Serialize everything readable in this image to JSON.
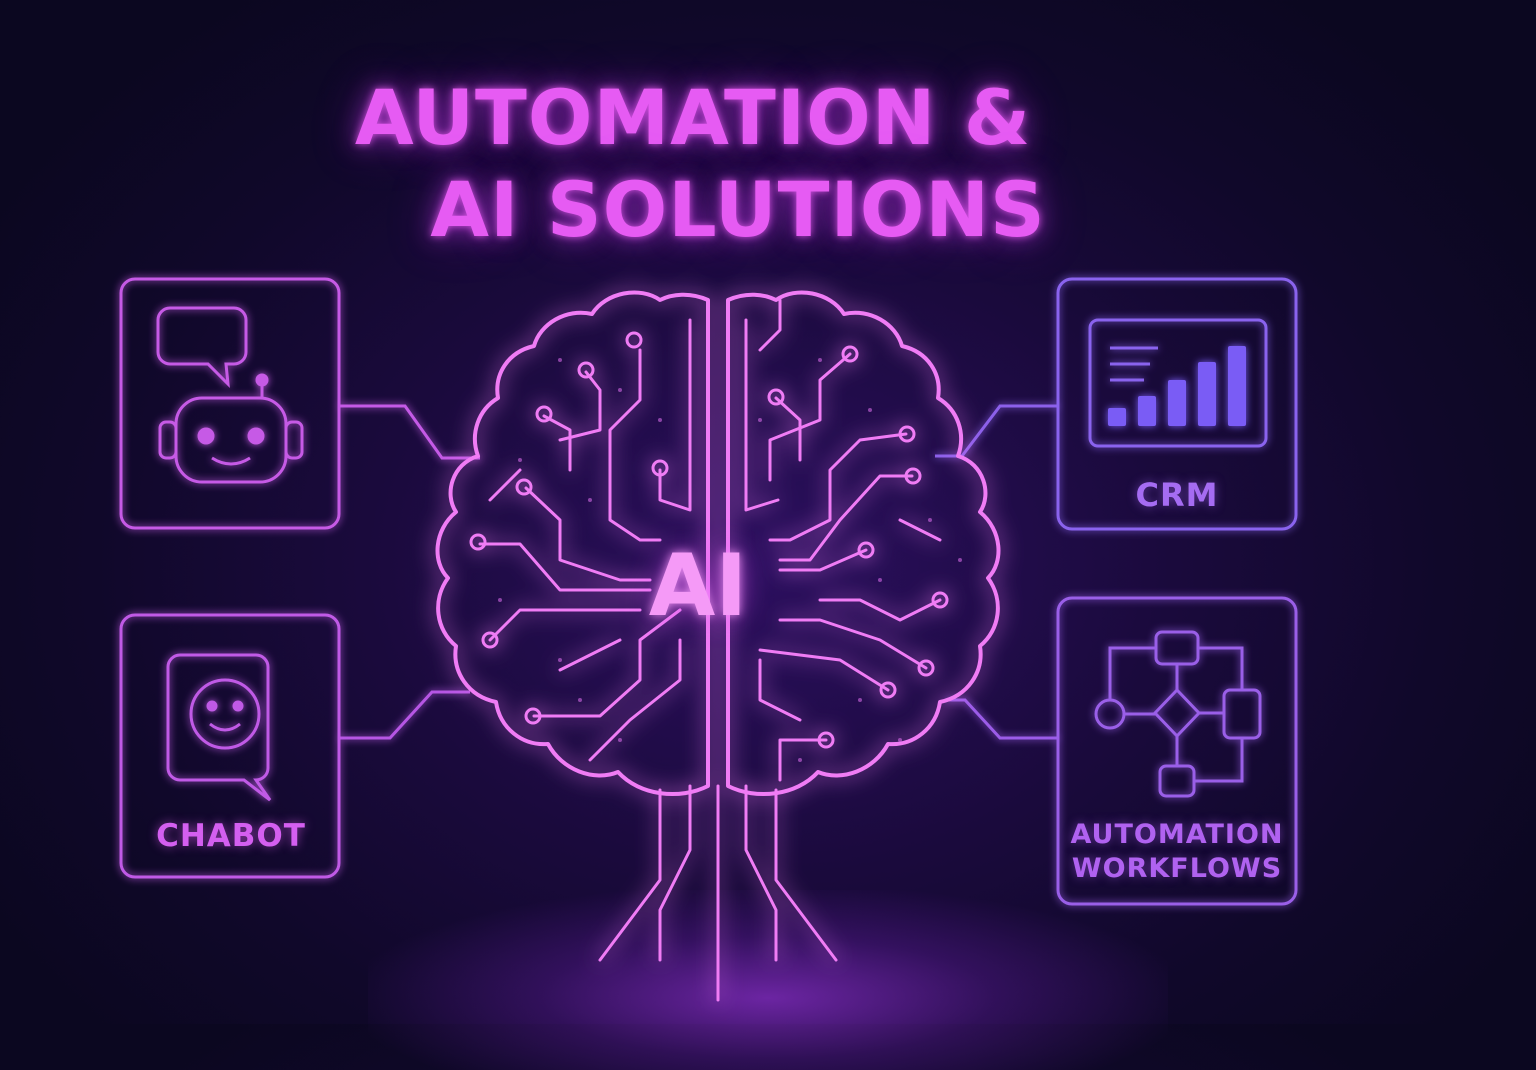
{
  "title": {
    "line1": "AUTOMATION &",
    "line2": "AI SOLUTIONS"
  },
  "center": {
    "label": "AI",
    "icon": "brain-circuit-icon"
  },
  "cards": {
    "chatbot_robot": {
      "label": "",
      "icon": "robot-speech-bubble-icon"
    },
    "chatbot": {
      "label": "CHABOT",
      "icon": "smiley-speech-bubble-icon"
    },
    "crm": {
      "label": "CRM",
      "icon": "bar-chart-dashboard-icon"
    },
    "automation": {
      "line1": "AUTOMATION",
      "line2": "WORKFLOWS",
      "icon": "flowchart-icon"
    }
  },
  "colors": {
    "background": "#10082a",
    "title": "#e65bf3",
    "brain": "#f07cf5",
    "card_pink": "#c65ae6",
    "card_violet": "#8a63ee",
    "crm_bars": "#7a5cf5"
  }
}
